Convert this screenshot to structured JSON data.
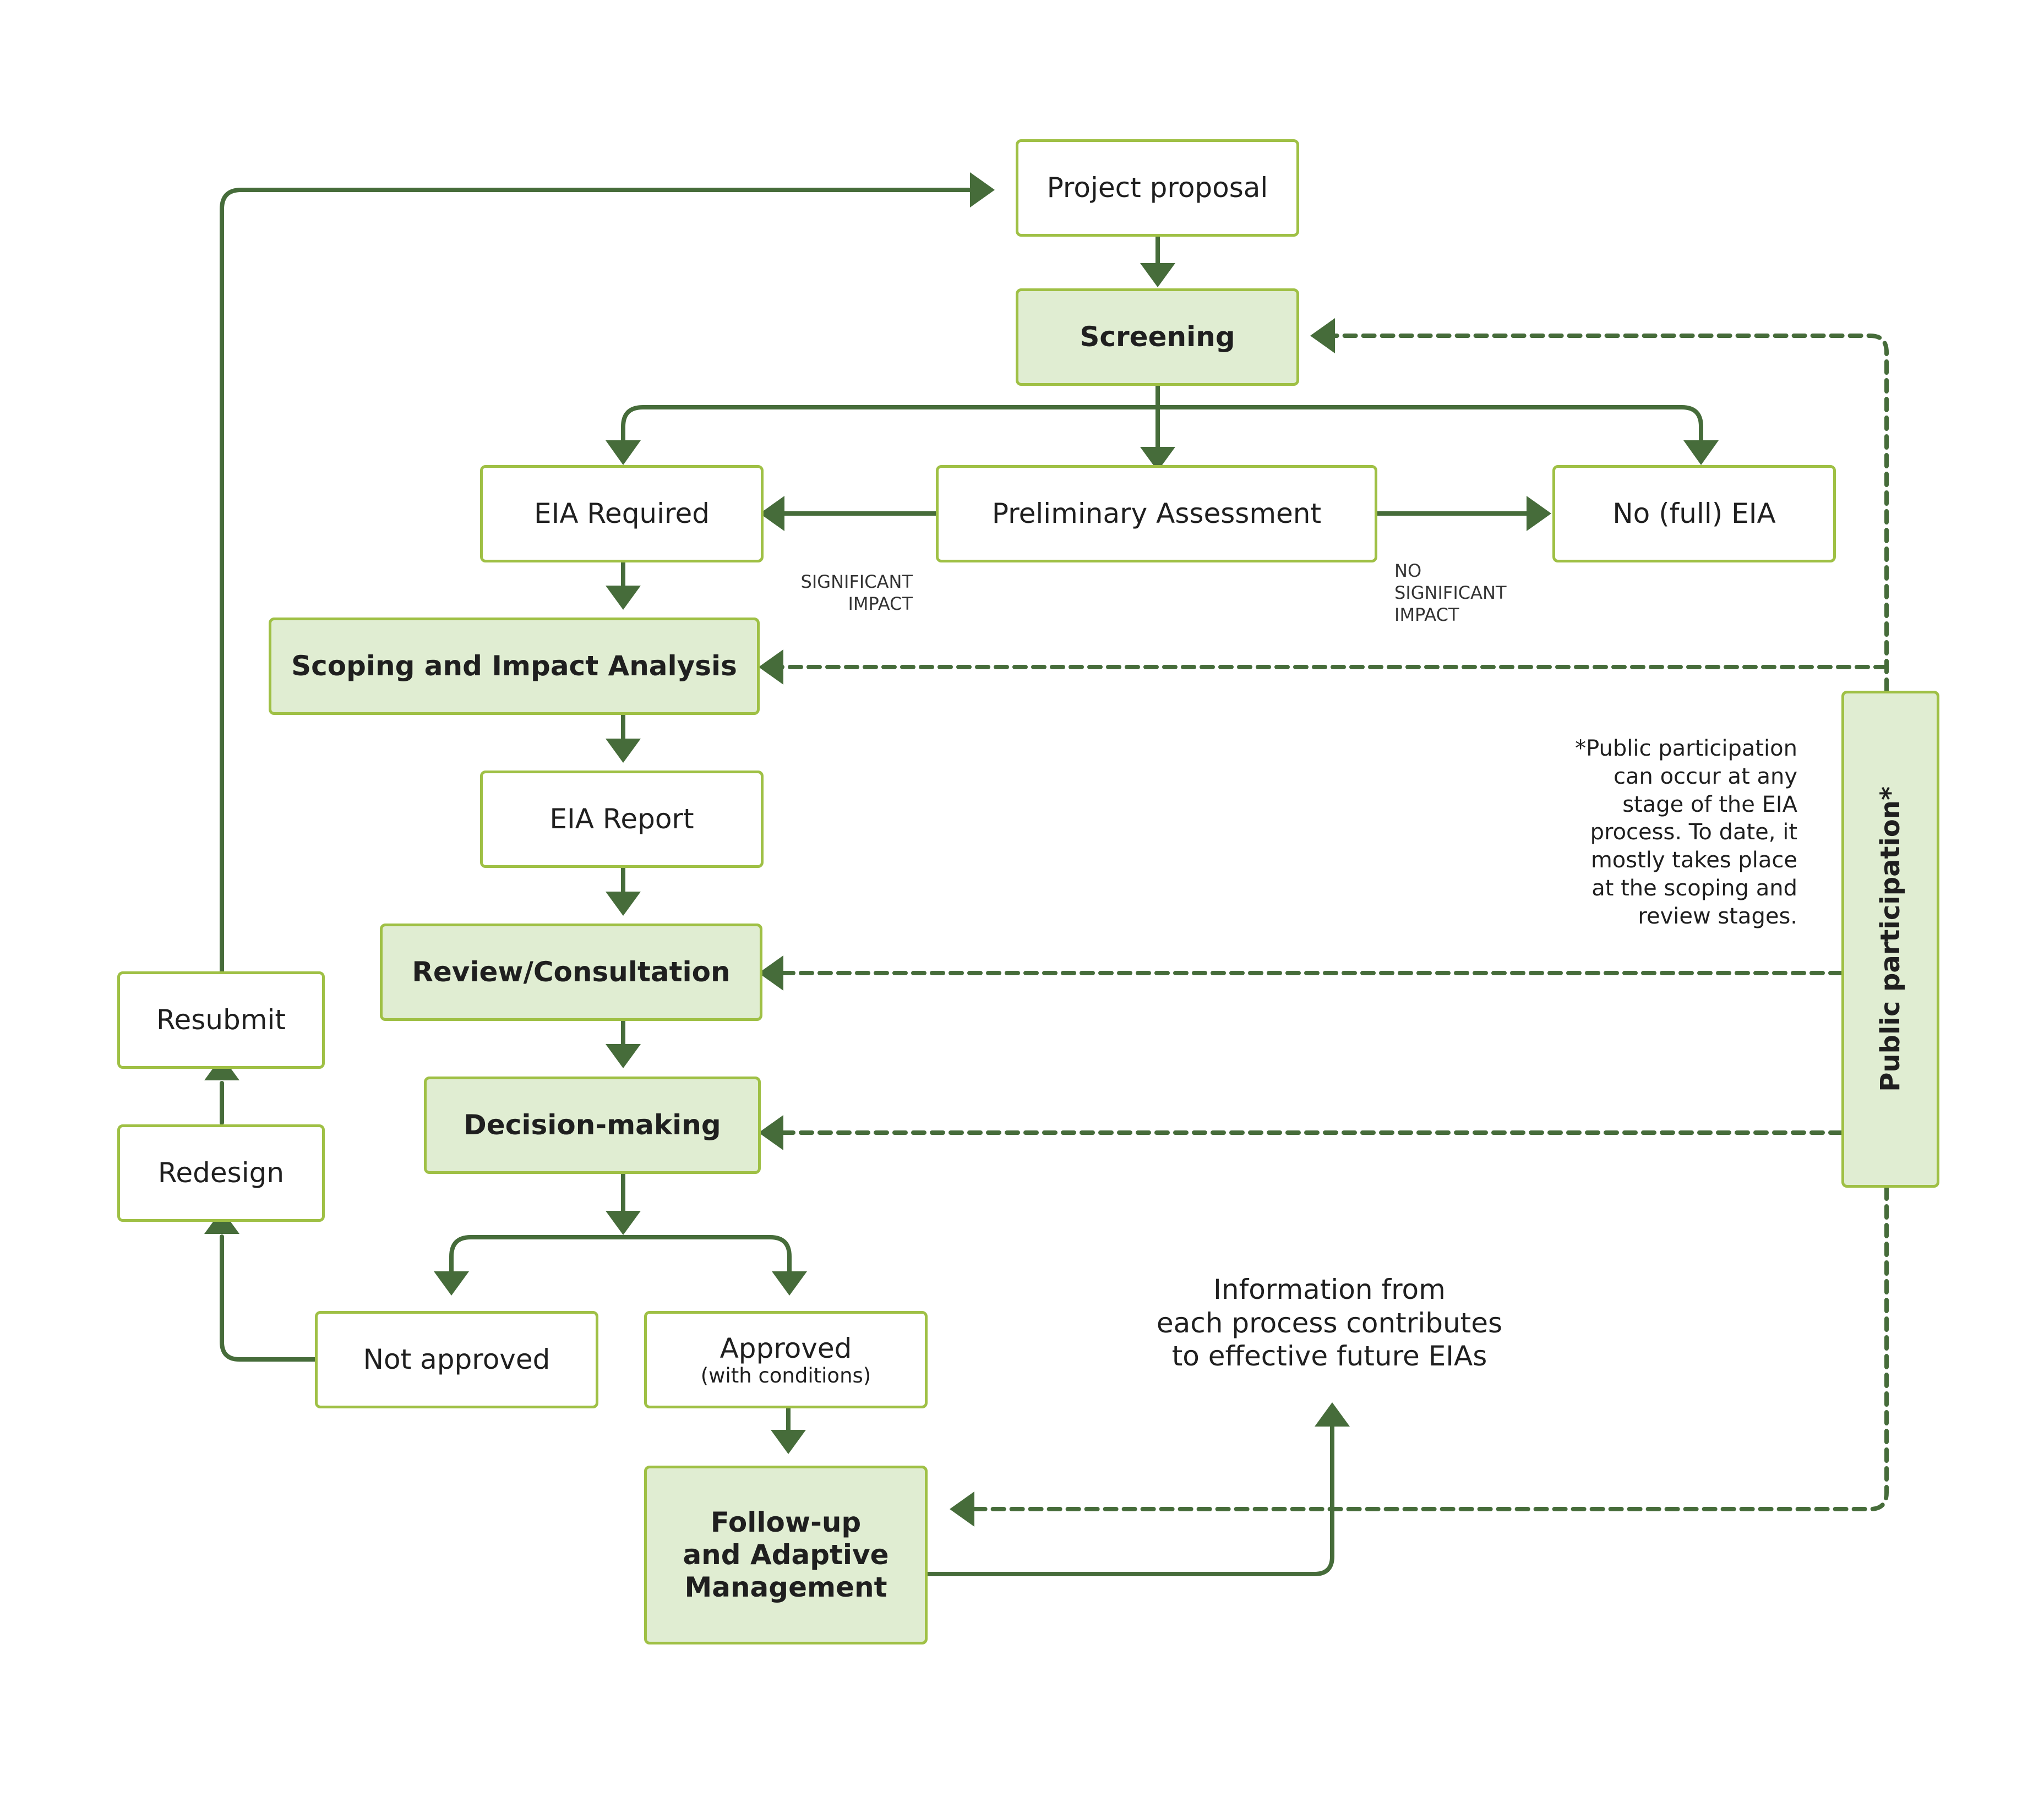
{
  "colors": {
    "arrow": "#466c3a",
    "box_border": "#9fc045",
    "key_box_fill": "#e0edd2",
    "box_fill": "#ffffff",
    "text": "#1f1f1f"
  },
  "nodes": {
    "project_proposal": "Project proposal",
    "screening": "Screening",
    "eia_required": "EIA Required",
    "preliminary_assessment": "Preliminary Assessment",
    "no_full_eia": "No (full) EIA",
    "scoping": "Scoping and Impact Analysis",
    "eia_report": "EIA Report",
    "review": "Review/Consultation",
    "decision": "Decision-making",
    "not_approved": "Not approved",
    "approved": "Approved",
    "approved_sub": "(with conditions)",
    "follow_up": [
      "Follow-up",
      "and Adaptive",
      "Management"
    ],
    "resubmit": "Resubmit",
    "redesign": "Redesign",
    "public_participation": "Public participation*"
  },
  "labels": {
    "significant_impact": [
      "SIGNIFICANT",
      "IMPACT"
    ],
    "no_significant_impact": [
      "NO",
      "SIGNIFICANT",
      "IMPACT"
    ]
  },
  "note": [
    "*Public participation",
    "can occur at any",
    "stage of the EIA",
    "process. To date, it",
    "mostly takes place",
    "at the scoping and",
    "review stages."
  ],
  "info": [
    "Information from",
    "each process contributes",
    "to effective future EIAs"
  ]
}
